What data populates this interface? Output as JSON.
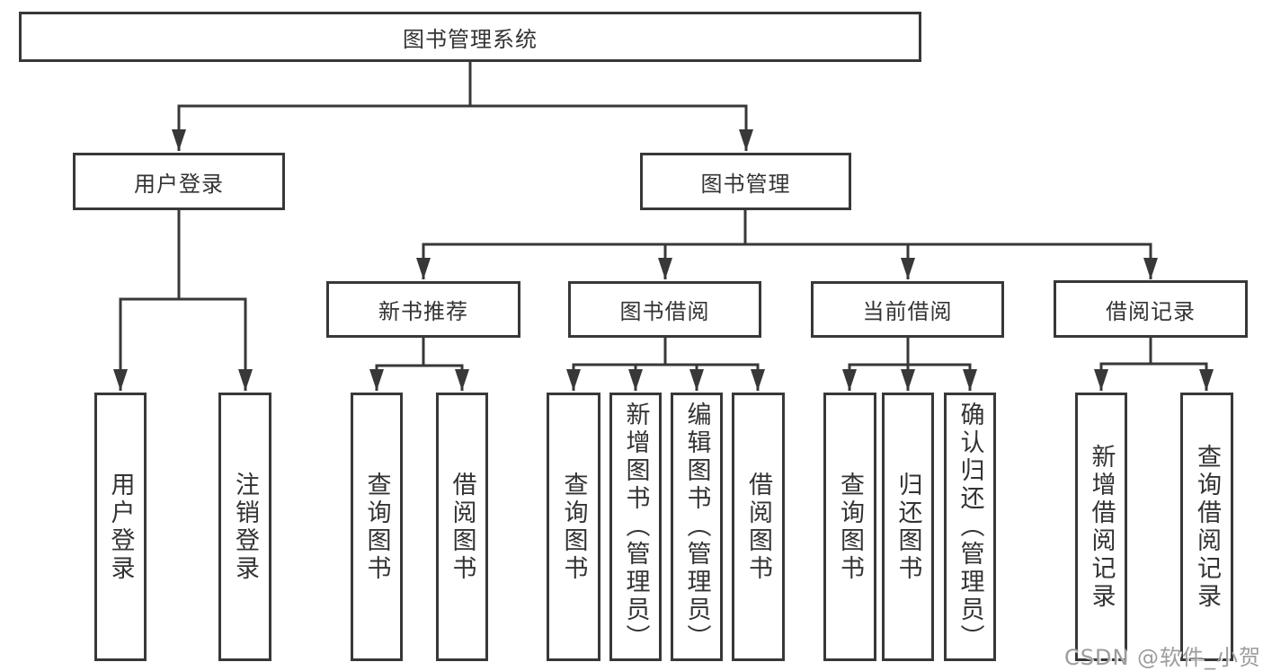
{
  "tree": {
    "root": {
      "label": "图书管理系统",
      "children": [
        {
          "label": "用户登录",
          "children": [
            {
              "label": "用户登录"
            },
            {
              "label": "注销登录"
            }
          ]
        },
        {
          "label": "图书管理",
          "children": [
            {
              "label": "新书推荐",
              "children": [
                {
                  "label": "查询图书"
                },
                {
                  "label": "借阅图书"
                }
              ]
            },
            {
              "label": "图书借阅",
              "children": [
                {
                  "label": "查询图书"
                },
                {
                  "label": "新增图书（管理员）"
                },
                {
                  "label": "编辑图书（管理员）"
                },
                {
                  "label": "借阅图书"
                }
              ]
            },
            {
              "label": "当前借阅",
              "children": [
                {
                  "label": "查询图书"
                },
                {
                  "label": "归还图书"
                },
                {
                  "label": "确认归还（管理员）"
                }
              ]
            },
            {
              "label": "借阅记录",
              "children": [
                {
                  "label": "新增借阅记录"
                },
                {
                  "label": "查询借阅记录"
                }
              ]
            }
          ]
        }
      ]
    }
  },
  "watermark": {
    "text": "CSDN @软件_小贺同学"
  },
  "colors": {
    "line": "#383838",
    "box_border": "#383838",
    "text": "#333333",
    "watermark": "#9c9c9c",
    "background": "#ffffff"
  }
}
